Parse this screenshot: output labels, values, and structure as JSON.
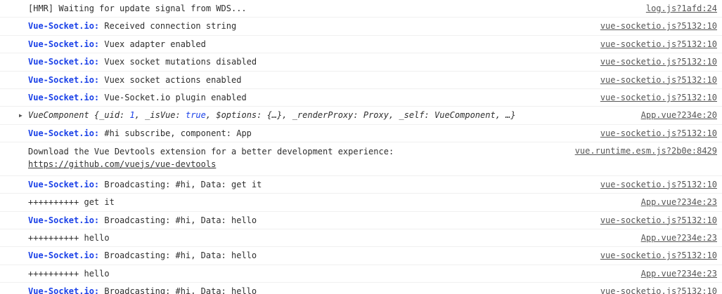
{
  "colors": {
    "background": "#ffffff",
    "text": "#2e2e2e",
    "vue_socket_prefix_blue": "#1a41e8",
    "value_blue": "#1a41e8",
    "source_link_gray": "#565656",
    "row_separator": "#f0f0f0"
  },
  "icons": {
    "expand_triangle": "▶"
  },
  "console": {
    "rows": [
      {
        "segments": [
          {
            "text": "[HMR] Waiting for update signal from WDS...",
            "style": "plain"
          }
        ],
        "source": "log.js?1afd:24"
      },
      {
        "segments": [
          {
            "text": "Vue-Socket.io:",
            "style": "prefix"
          },
          {
            "text": " Received connection string",
            "style": "plain"
          }
        ],
        "source": "vue-socketio.js?5132:10"
      },
      {
        "segments": [
          {
            "text": "Vue-Socket.io:",
            "style": "prefix"
          },
          {
            "text": " Vuex adapter enabled",
            "style": "plain"
          }
        ],
        "source": "vue-socketio.js?5132:10"
      },
      {
        "segments": [
          {
            "text": "Vue-Socket.io:",
            "style": "prefix"
          },
          {
            "text": " Vuex socket mutations disabled",
            "style": "plain"
          }
        ],
        "source": "vue-socketio.js?5132:10"
      },
      {
        "segments": [
          {
            "text": "Vue-Socket.io:",
            "style": "prefix"
          },
          {
            "text": " Vuex socket actions enabled",
            "style": "plain"
          }
        ],
        "source": "vue-socketio.js?5132:10"
      },
      {
        "segments": [
          {
            "text": "Vue-Socket.io:",
            "style": "prefix"
          },
          {
            "text": " Vue-Socket.io plugin enabled",
            "style": "plain"
          }
        ],
        "source": "vue-socketio.js?5132:10"
      },
      {
        "expander": true,
        "segments": [
          {
            "text": "VueComponent {_uid: ",
            "style": "preview"
          },
          {
            "text": "1",
            "style": "value"
          },
          {
            "text": ", _isVue: ",
            "style": "preview"
          },
          {
            "text": "true",
            "style": "value"
          },
          {
            "text": ", $options: {…}, _renderProxy: Proxy, _self: VueComponent, …}",
            "style": "preview"
          }
        ],
        "source": "App.vue?234e:20"
      },
      {
        "segments": [
          {
            "text": "Vue-Socket.io:",
            "style": "prefix"
          },
          {
            "text": " #hi subscribe, component: App",
            "style": "plain"
          }
        ],
        "source": "vue-socketio.js?5132:10"
      },
      {
        "double": true,
        "segments": [
          {
            "text": "Download the Vue Devtools extension for a better development experience:",
            "style": "plain"
          },
          {
            "text": "https://github.com/vuejs/vue-devtools",
            "style": "link",
            "newline": true
          }
        ],
        "source": "vue.runtime.esm.js?2b0e:8429"
      },
      {
        "segments": [
          {
            "text": "Vue-Socket.io:",
            "style": "prefix"
          },
          {
            "text": " Broadcasting: #hi, Data: get it",
            "style": "plain"
          }
        ],
        "source": "vue-socketio.js?5132:10"
      },
      {
        "segments": [
          {
            "text": "++++++++++ get it",
            "style": "plain"
          }
        ],
        "source": "App.vue?234e:23"
      },
      {
        "segments": [
          {
            "text": "Vue-Socket.io:",
            "style": "prefix"
          },
          {
            "text": " Broadcasting: #hi, Data: hello",
            "style": "plain"
          }
        ],
        "source": "vue-socketio.js?5132:10"
      },
      {
        "segments": [
          {
            "text": "++++++++++ hello",
            "style": "plain"
          }
        ],
        "source": "App.vue?234e:23"
      },
      {
        "segments": [
          {
            "text": "Vue-Socket.io:",
            "style": "prefix"
          },
          {
            "text": " Broadcasting: #hi, Data: hello",
            "style": "plain"
          }
        ],
        "source": "vue-socketio.js?5132:10"
      },
      {
        "segments": [
          {
            "text": "++++++++++ hello",
            "style": "plain"
          }
        ],
        "source": "App.vue?234e:23"
      },
      {
        "segments": [
          {
            "text": "Vue-Socket.io:",
            "style": "prefix"
          },
          {
            "text": " Broadcasting: #hi, Data: hello",
            "style": "plain"
          }
        ],
        "source": "vue-socketio.js?5132:10"
      }
    ]
  }
}
